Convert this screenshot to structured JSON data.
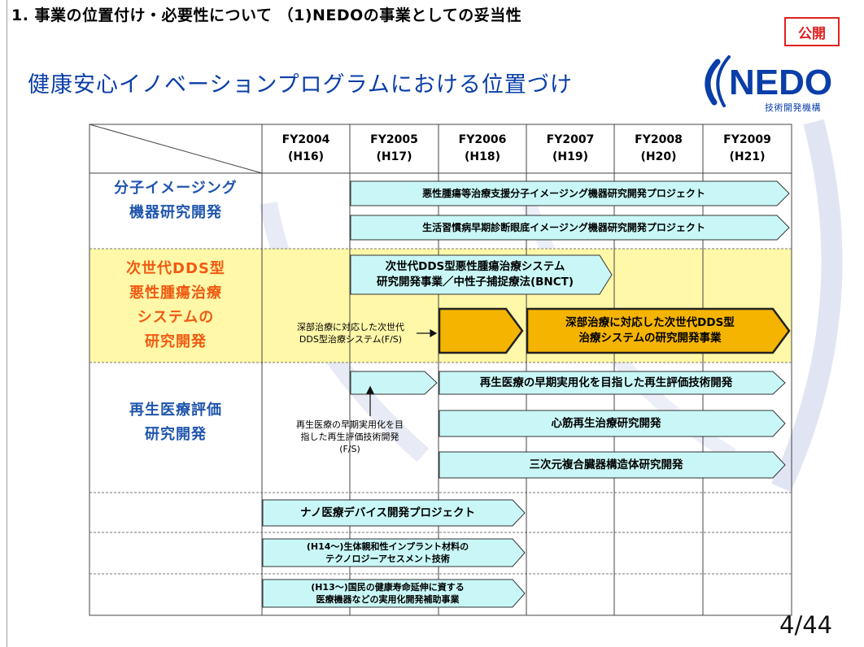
{
  "header": {
    "section_title": "1. 事業の位置付け・必要性について （1)NEDOの事業としての妥当性",
    "public_badge": "公開",
    "subtitle": "健康安心イノベーションプログラムにおける位置づけ"
  },
  "logo": {
    "name": "NEDO",
    "sub": "技術開発機構"
  },
  "table": {
    "years": [
      {
        "fy": "FY2004",
        "h": "(H16)"
      },
      {
        "fy": "FY2005",
        "h": "(H17)"
      },
      {
        "fy": "FY2006",
        "h": "(H18)"
      },
      {
        "fy": "FY2007",
        "h": "(H19)"
      },
      {
        "fy": "FY2008",
        "h": "(H20)"
      },
      {
        "fy": "FY2009",
        "h": "(H21)"
      }
    ],
    "categories": {
      "imaging": [
        "分子イメージング",
        "機器研究開発"
      ],
      "dds": [
        "次世代DDS型",
        "悪性腫瘍治療",
        "システムの",
        "研究開発"
      ],
      "regen": [
        "再生医療評価",
        "研究開発"
      ]
    },
    "projects": {
      "p1": "悪性腫瘍等治療支援分子イメージング機器研究開発プロジェクト",
      "p2": "生活習慣病早期診断眼底イメージング機器研究開発プロジェクト",
      "p3": [
        "次世代DDS型悪性腫瘍治療システム",
        "研究開発事業／中性子捕捉療法(BNCT)"
      ],
      "p4": [
        "深部治療に対応した次世代DDS型",
        "治療システムの研究開発事業"
      ],
      "p5": "再生医療の早期実用化を目指した再生評価技術開発",
      "p6": "心筋再生治療研究開発",
      "p7": "三次元複合臓器構造体研究開発",
      "p8": "ナノ医療デバイス開発プロジェクト",
      "p9": [
        "(H14～)生体親和性インプラント材料の",
        "テクノロジーアセスメント技術"
      ],
      "p10": [
        "(H13～)国民の健康寿命延伸に資する",
        "医療機器などの実用化開発補助事業"
      ]
    },
    "notes": {
      "fs_dds": [
        "深部治療に対応した次世代",
        "DDS型治療システム(F/S)"
      ],
      "fs_regen": [
        "再生医療の早期実用化を目",
        "指した再生評価技術開発",
        "(F/S)"
      ]
    }
  },
  "page_number": "4/44",
  "colors": {
    "cyan_bar": "#c9f7f7",
    "orange_bar": "#f4b400",
    "yellow_band": "#fff8a8",
    "blue_text": "#1f55ad",
    "red_text": "#f05a12"
  }
}
